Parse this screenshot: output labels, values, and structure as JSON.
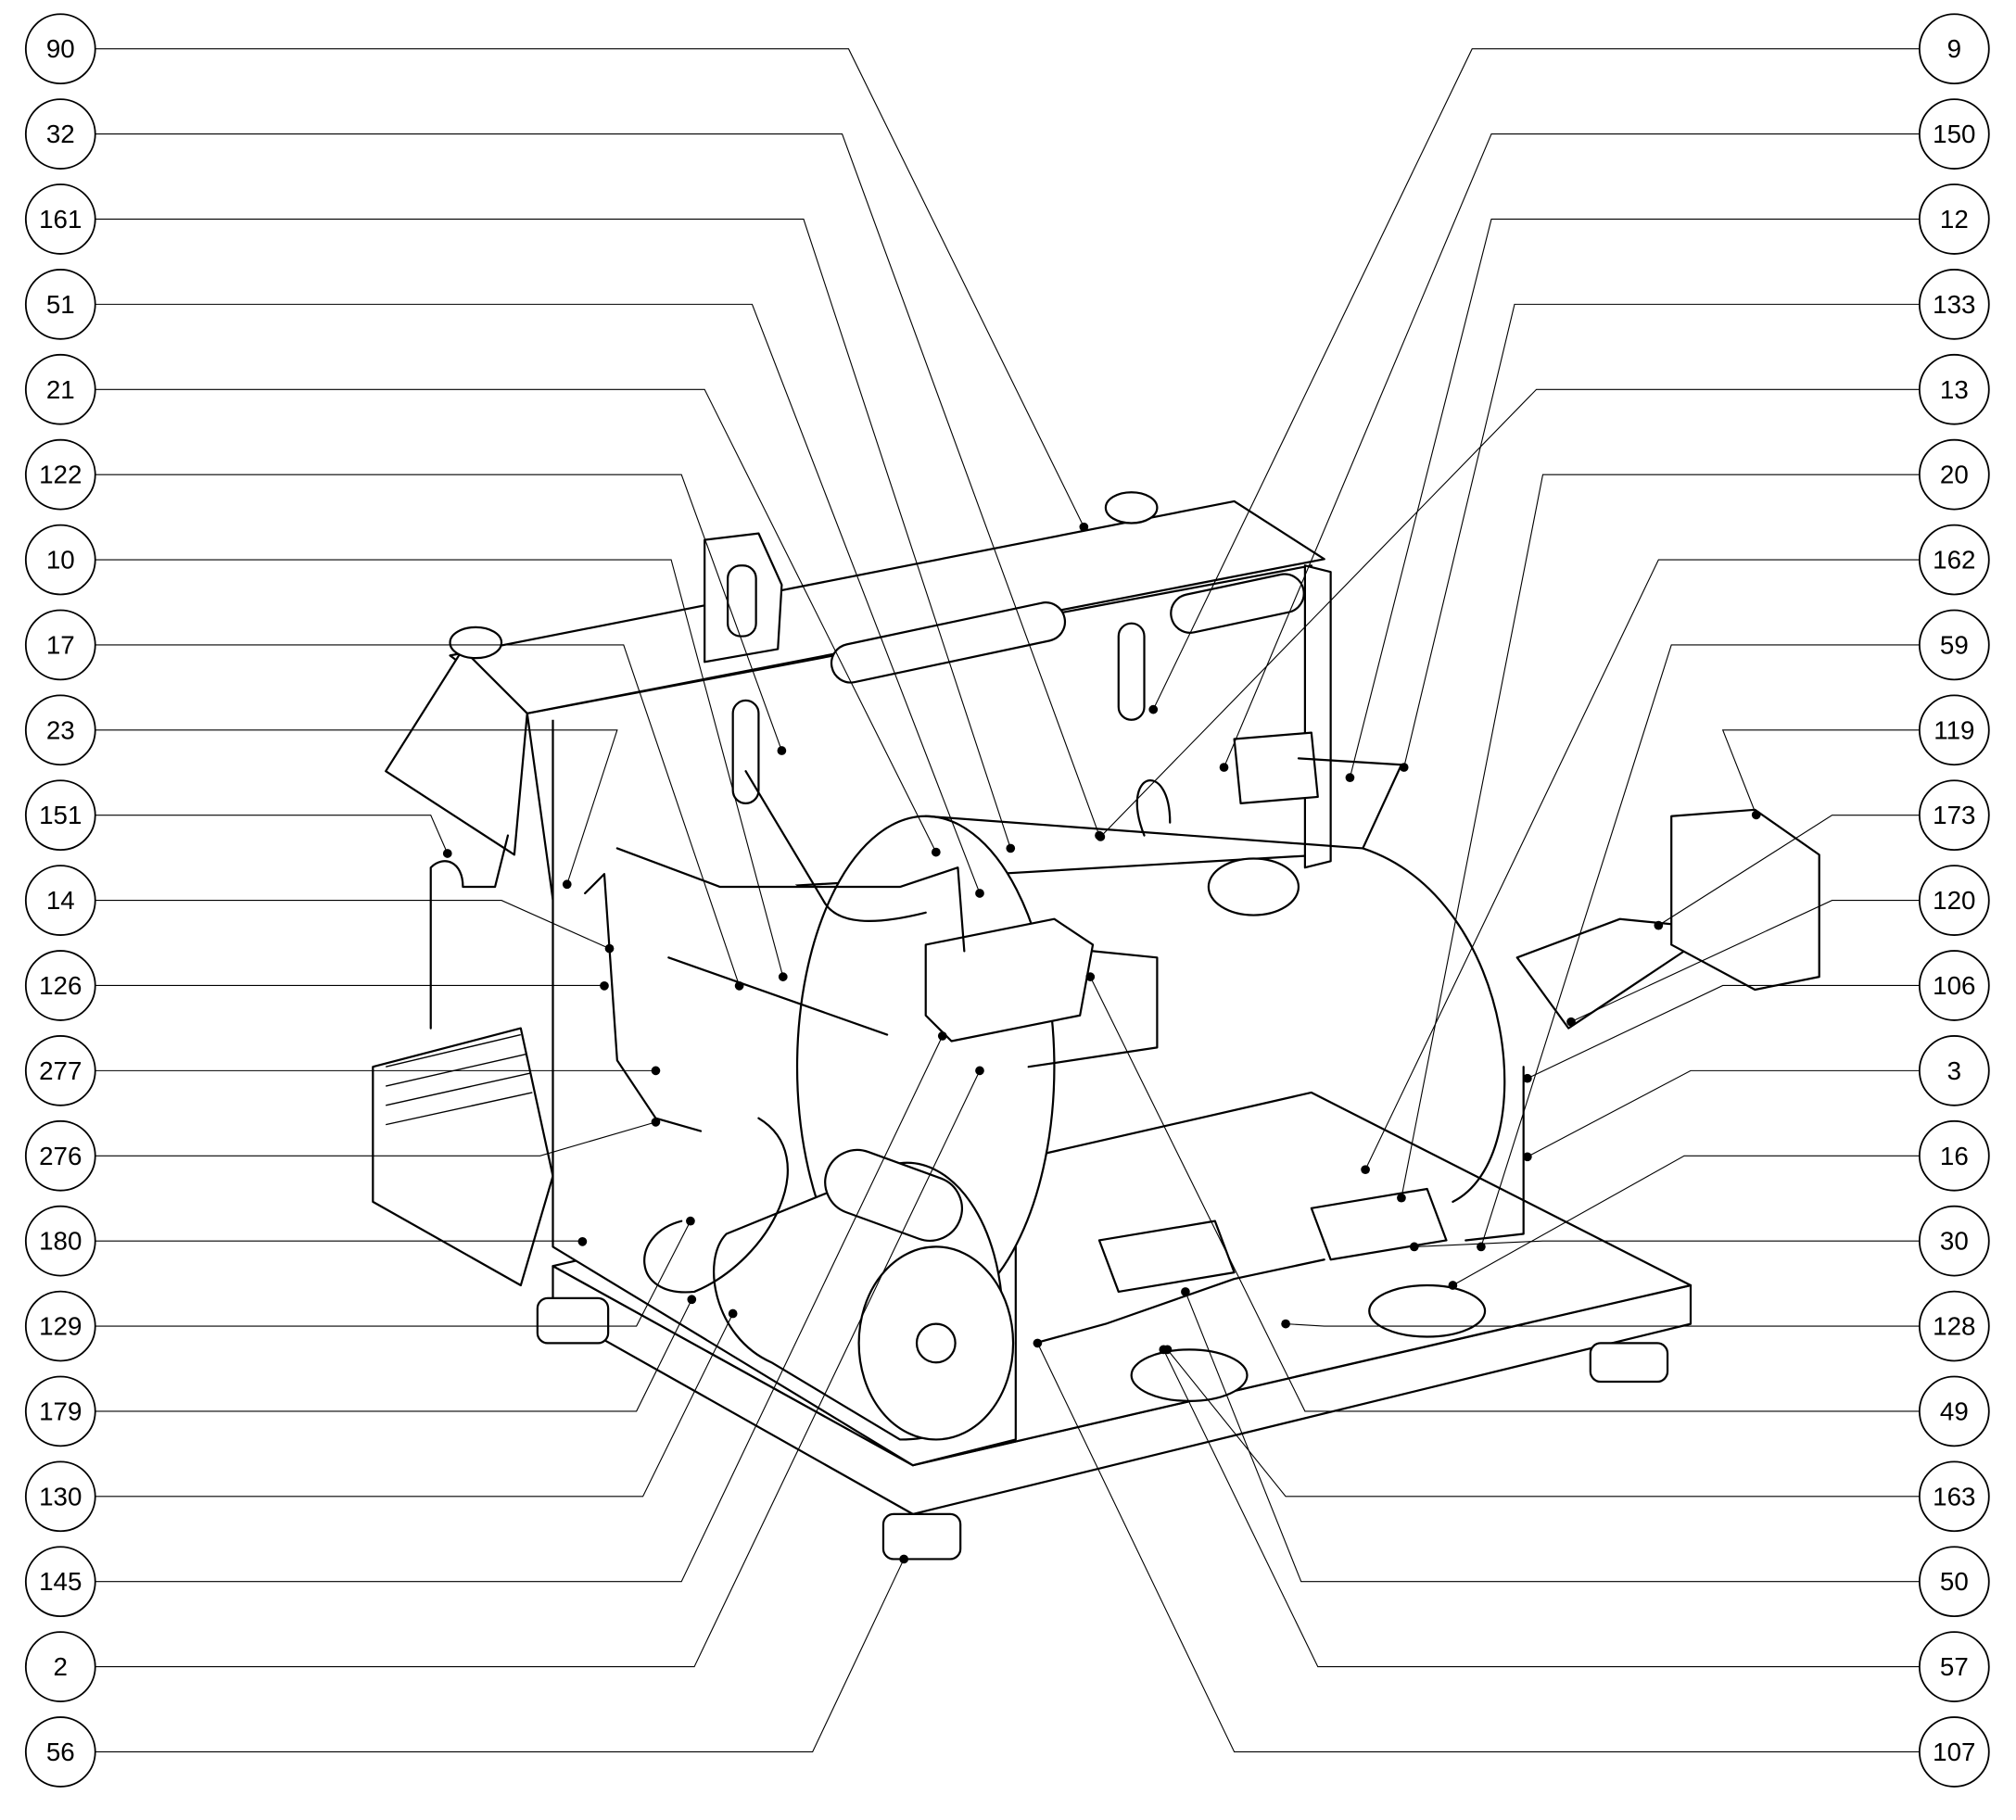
{
  "diagram": {
    "type": "parts-exploded-view",
    "left_callouts": [
      "90",
      "32",
      "161",
      "51",
      "21",
      "122",
      "10",
      "17",
      "23",
      "151",
      "14",
      "126",
      "277",
      "276",
      "180",
      "129",
      "179",
      "130",
      "145",
      "2",
      "56"
    ],
    "right_callouts": [
      "9",
      "150",
      "12",
      "133",
      "13",
      "20",
      "162",
      "59",
      "119",
      "173",
      "120",
      "106",
      "3",
      "16",
      "30",
      "128",
      "49",
      "163",
      "50",
      "57",
      "107"
    ]
  }
}
